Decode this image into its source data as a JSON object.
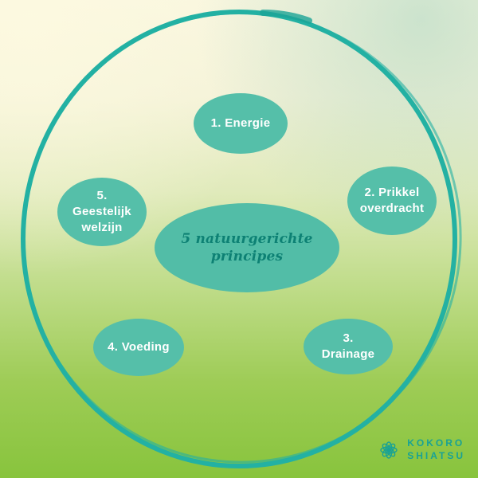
{
  "title": "5 natuurgerichte principes",
  "bubbles": [
    {
      "label": "1. Energie"
    },
    {
      "label": "2. Prikkel overdracht"
    },
    {
      "label": "3. Drainage"
    },
    {
      "label": "4. Voeding"
    },
    {
      "label": "5. Geestelijk welzijn"
    }
  ],
  "logo": {
    "line1": "KOKORO",
    "line2": "SHIATSU"
  },
  "colors": {
    "bubble_fill": "#55bfa9",
    "circle_stroke": "#23b1a3",
    "center_text": "#0d8174",
    "logo_text": "#18a295",
    "background_top": "#f9f6df",
    "background_bottom": "#88c43d"
  }
}
